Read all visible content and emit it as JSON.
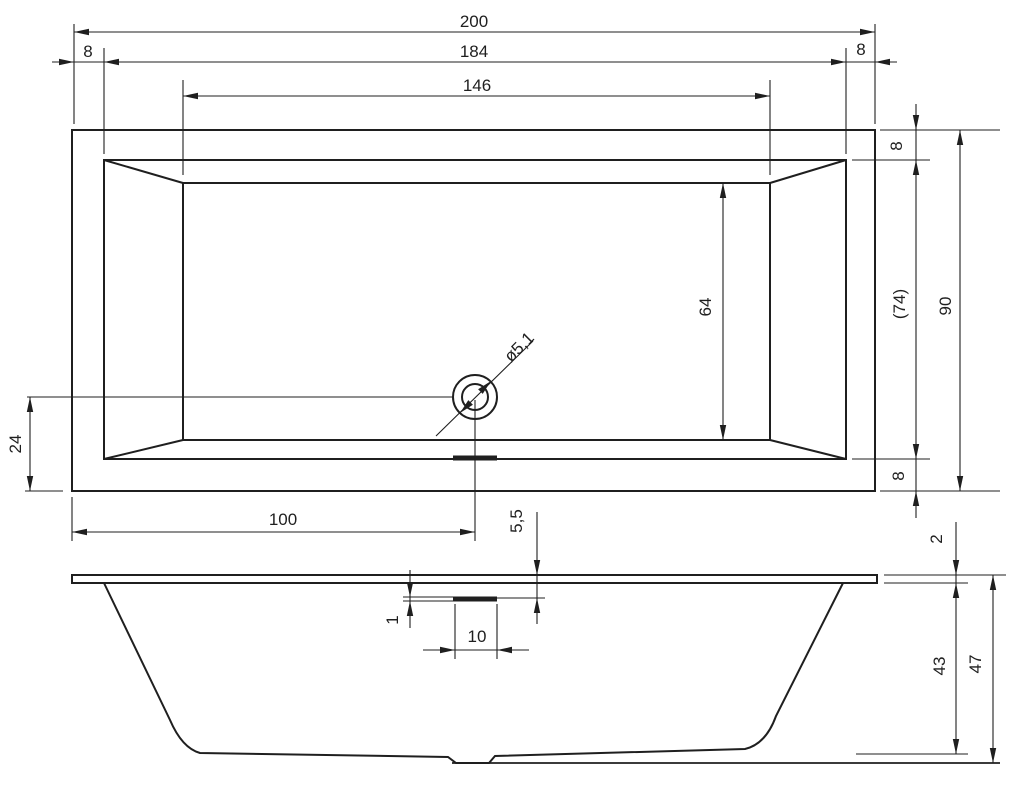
{
  "drawing": {
    "type": "technical-drawing",
    "subject": "rectangular bathtub, top view and side section view",
    "background": "#ffffff",
    "line_color": "#1f1f1f",
    "top_view": {
      "overall_length": "200",
      "rim_left": "8",
      "rim_inner_length": "184",
      "rim_right": "8",
      "floor_length": "146",
      "rim_top": "8",
      "inner_width_ref": "(74)",
      "overall_width": "90",
      "rim_bottom": "8",
      "floor_width": "64",
      "drain_diameter": "ø5,1",
      "drain_from_bottom_edge": "24",
      "drain_from_left_edge": "100"
    },
    "side_view": {
      "drain_depth_from_rim": "5,5",
      "recess_depth": "1",
      "slot_width": "10",
      "rim_thickness": "2",
      "body_depth": "43",
      "overall_height": "47"
    }
  }
}
